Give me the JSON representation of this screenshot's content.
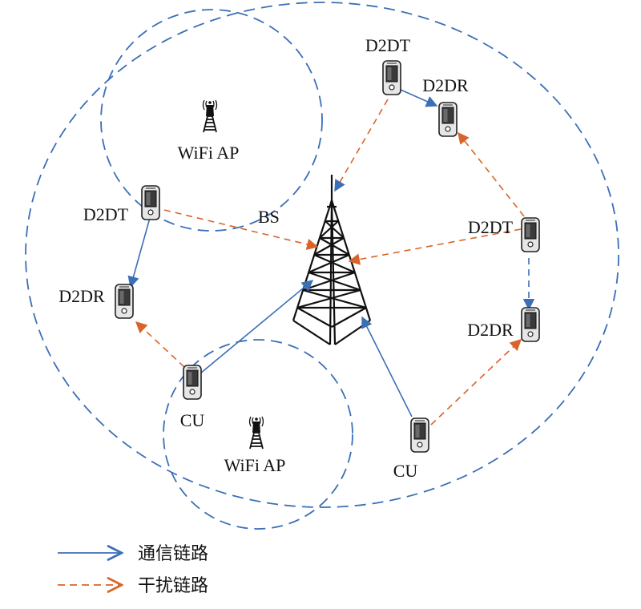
{
  "labels": {
    "wifi_ap_top": "WiFi AP",
    "wifi_ap_bottom": "WiFi AP",
    "bs": "BS",
    "d2dt_top_right": "D2DT",
    "d2dr_top_right": "D2DR",
    "d2dt_left": "D2DT",
    "d2dr_left": "D2DR",
    "d2dt_right": "D2DT",
    "d2dr_right": "D2DR",
    "cu_left": "CU",
    "cu_bottom": "CU"
  },
  "legend": {
    "communication_link": "通信链路",
    "interference_link": "干扰链路"
  },
  "colors": {
    "communication": "#3b6fb6",
    "interference": "#d9642a",
    "coverage": "#3b6fb6",
    "device_body": "#555555",
    "tower": "#111111"
  }
}
